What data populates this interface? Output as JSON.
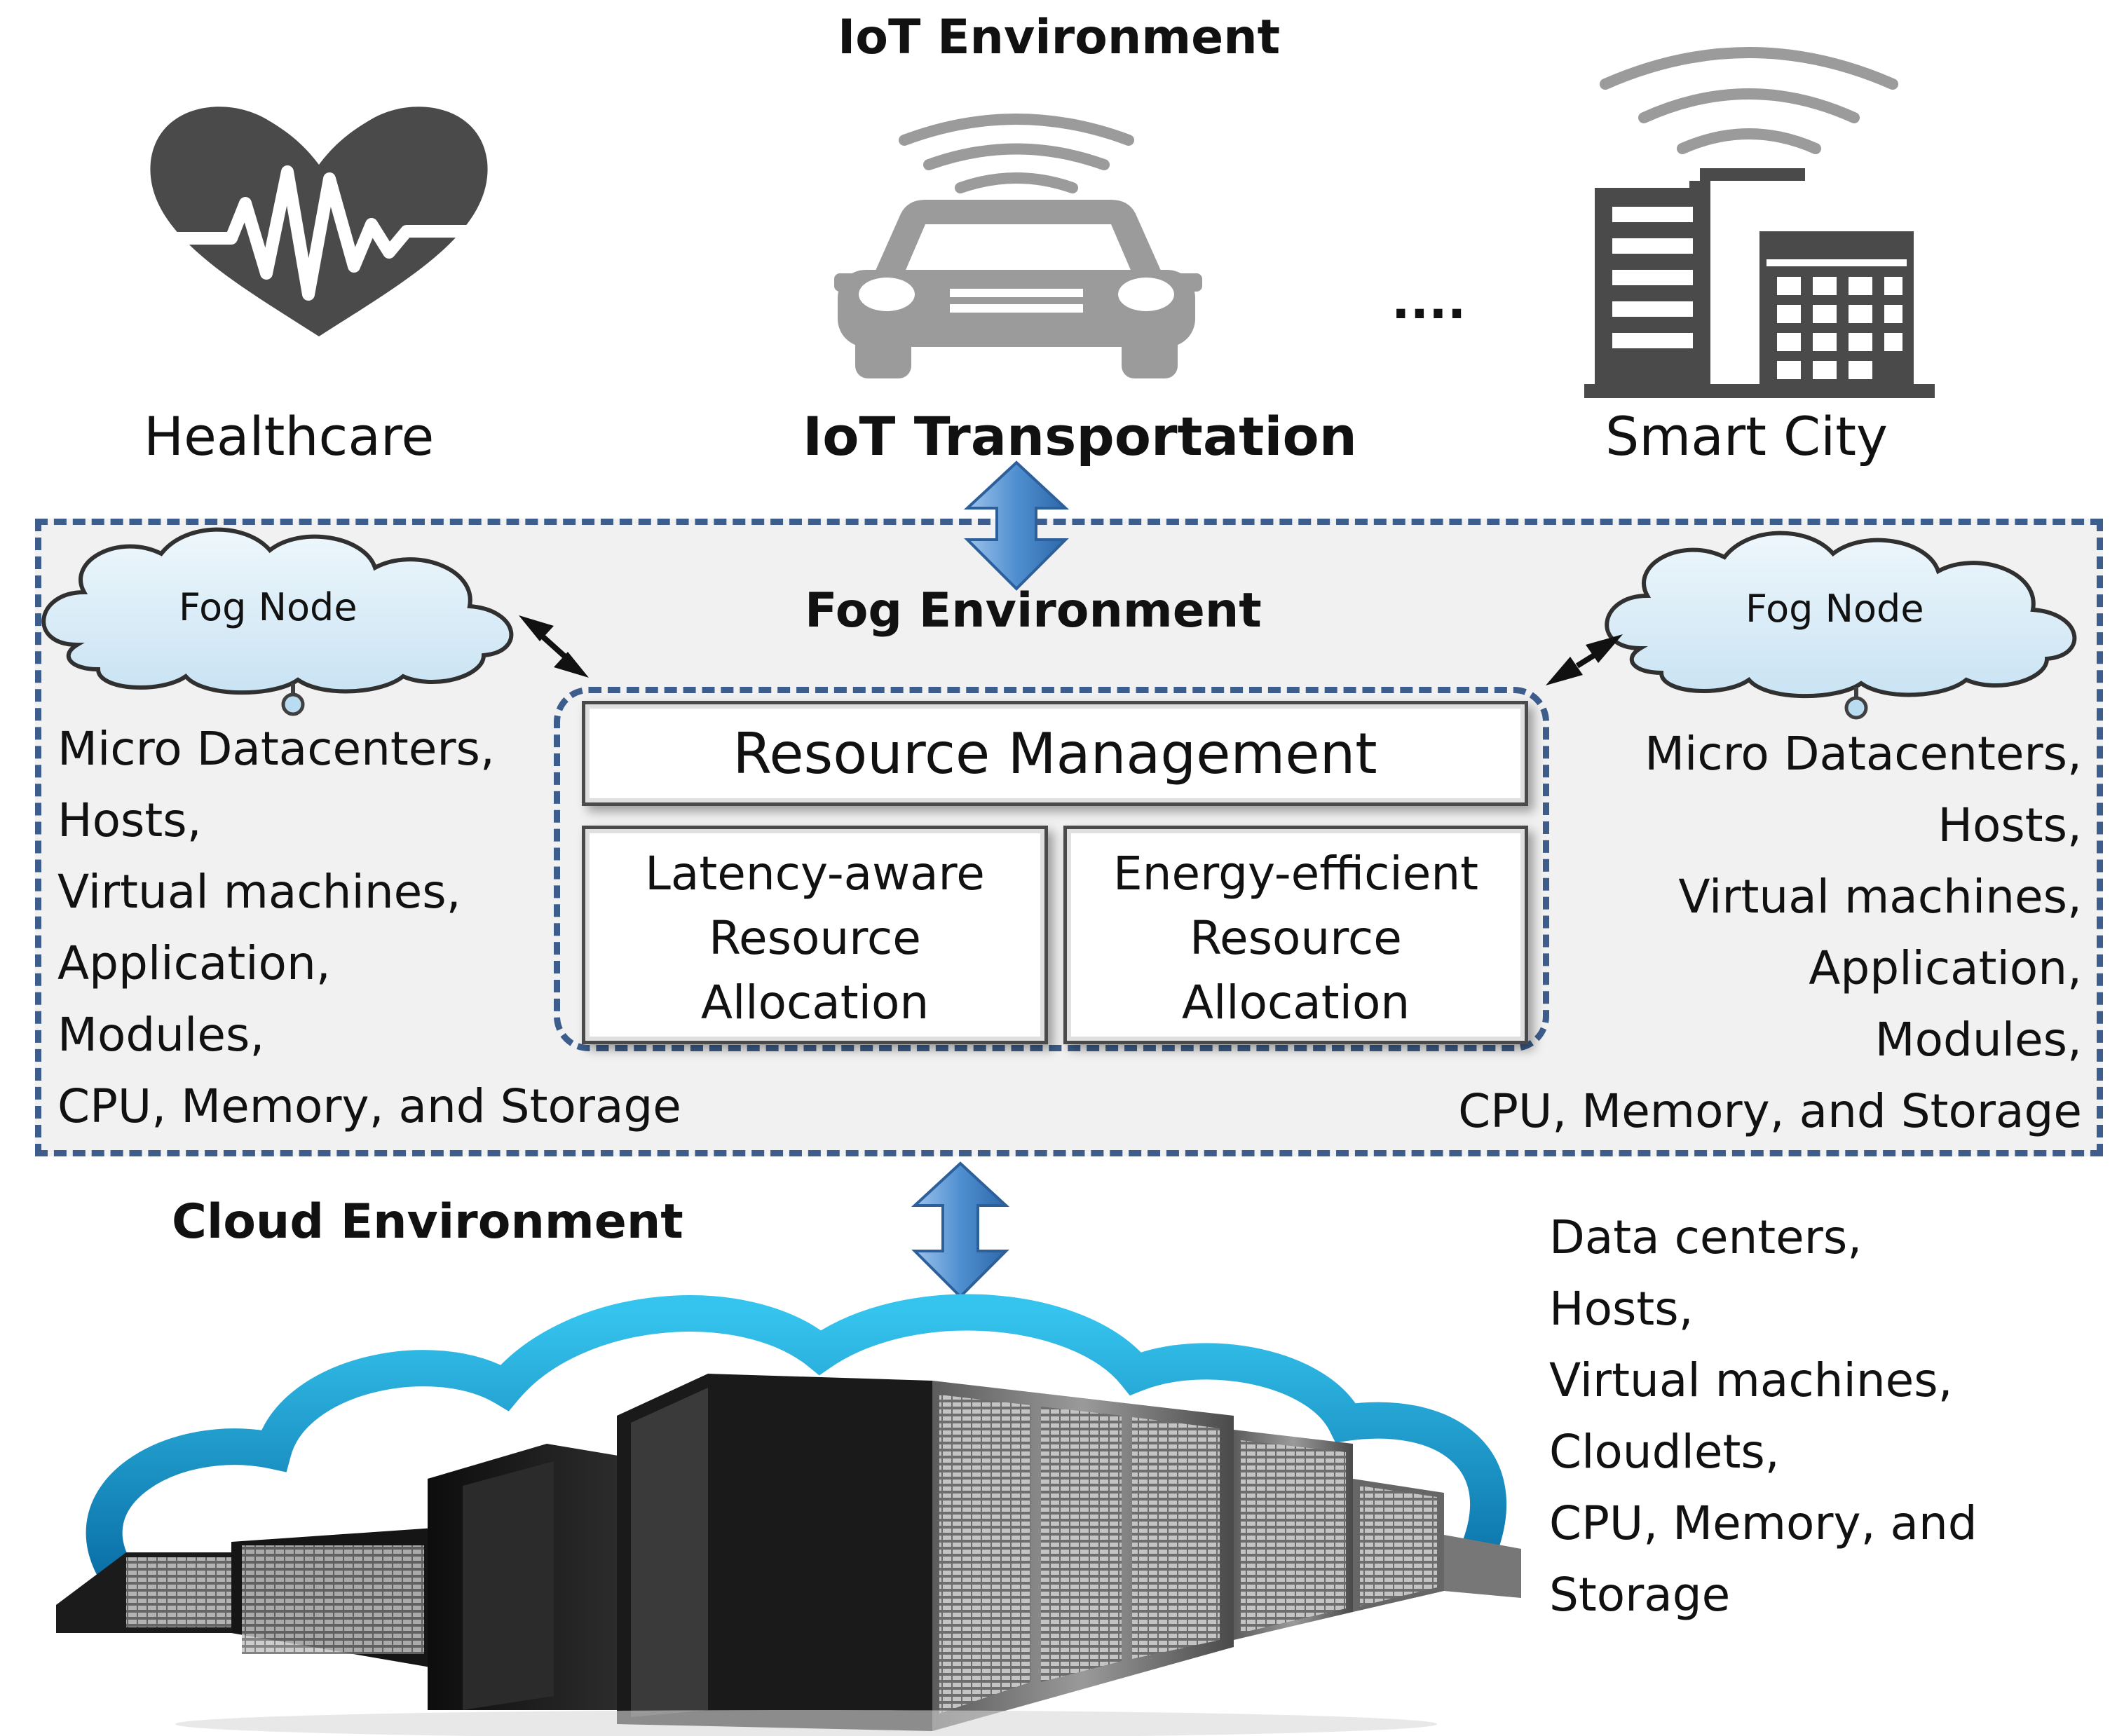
{
  "iot": {
    "title": "IoT Environment",
    "items": [
      {
        "label": "Healthcare",
        "icon": "heart-pulse-icon"
      },
      {
        "label": "IoT Transportation",
        "icon": "connected-car-icon"
      },
      {
        "label": "Smart City",
        "icon": "smart-city-buildings-icon"
      }
    ],
    "ellipsis": "...."
  },
  "fog": {
    "title": "Fog Environment",
    "left_node": "Fog Node",
    "right_node": "Fog Node",
    "left_list": [
      "Micro Datacenters,",
      "Hosts,",
      "Virtual machines,",
      "Application,",
      "Modules,",
      "CPU, Memory, and Storage"
    ],
    "right_list": [
      "Micro Datacenters,",
      "Hosts,",
      "Virtual machines,",
      "Application,",
      "Modules,",
      "CPU, Memory, and Storage"
    ],
    "resource_management": "Resource Management",
    "latency": [
      "Latency-aware",
      "Resource",
      "Allocation"
    ],
    "energy": [
      "Energy-efficient",
      "Resource",
      "Allocation"
    ]
  },
  "cloud": {
    "title": "Cloud Environment",
    "list": [
      "Data centers,",
      "Hosts,",
      "Virtual machines,",
      "Cloudlets,",
      "CPU, Memory, and",
      "Storage"
    ]
  },
  "colors": {
    "dashed_border": "#3d5e8c",
    "fog_background": "#f1f1f1",
    "arrow_blue": "#4f8fd0",
    "cloud_blue": "#2aa6d8",
    "icon_gray": "#4a4a4a"
  }
}
